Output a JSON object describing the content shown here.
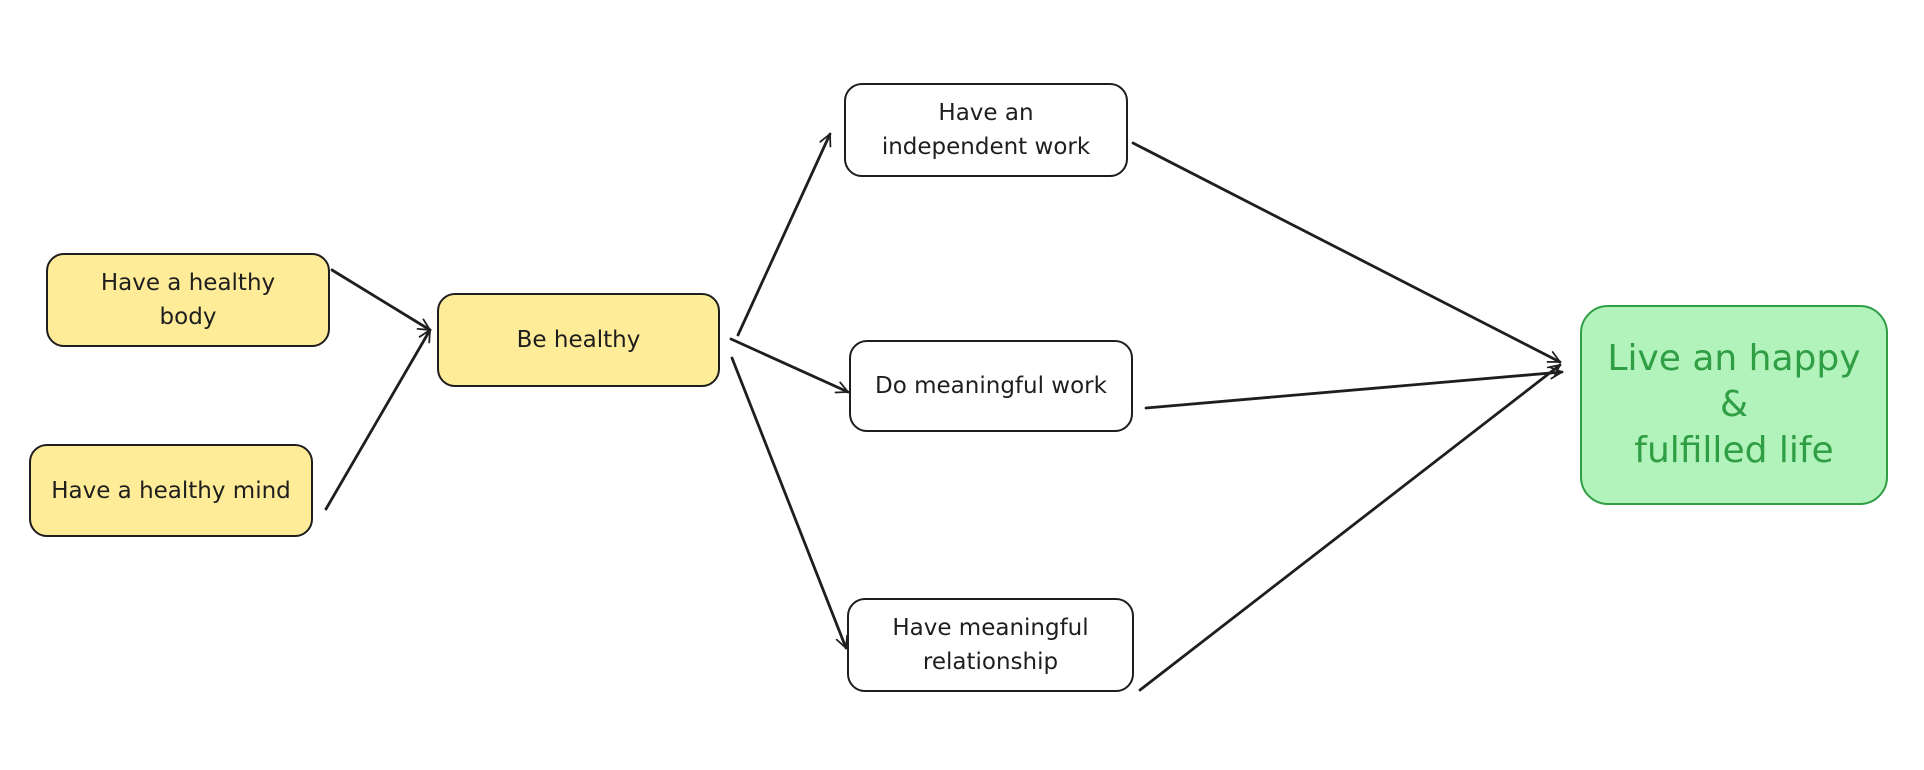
{
  "diagram": {
    "colors": {
      "stroke": "#1e1e1e",
      "yellow_fill": "#ffec99",
      "white_fill": "#ffffff",
      "green_fill": "#b2f2bb",
      "green_stroke": "#2f9e44"
    },
    "nodes": [
      {
        "id": "body",
        "label": "Have a healthy\nbody",
        "fill": "yellow"
      },
      {
        "id": "mind",
        "label": "Have a healthy mind",
        "fill": "yellow"
      },
      {
        "id": "healthy",
        "label": "Be healthy",
        "fill": "yellow"
      },
      {
        "id": "independent",
        "label": "Have an\nindependent work",
        "fill": "white"
      },
      {
        "id": "meaningful_work",
        "label": "Do meaningful work",
        "fill": "white"
      },
      {
        "id": "relationship",
        "label": "Have meaningful\nrelationship",
        "fill": "white"
      },
      {
        "id": "life",
        "label": "Live an happy &\nfulfilled life",
        "fill": "green"
      }
    ],
    "edges": [
      {
        "from": "body",
        "to": "healthy"
      },
      {
        "from": "mind",
        "to": "healthy"
      },
      {
        "from": "healthy",
        "to": "independent"
      },
      {
        "from": "healthy",
        "to": "meaningful_work"
      },
      {
        "from": "healthy",
        "to": "relationship"
      },
      {
        "from": "independent",
        "to": "life"
      },
      {
        "from": "meaningful_work",
        "to": "life"
      },
      {
        "from": "relationship",
        "to": "life"
      }
    ]
  }
}
